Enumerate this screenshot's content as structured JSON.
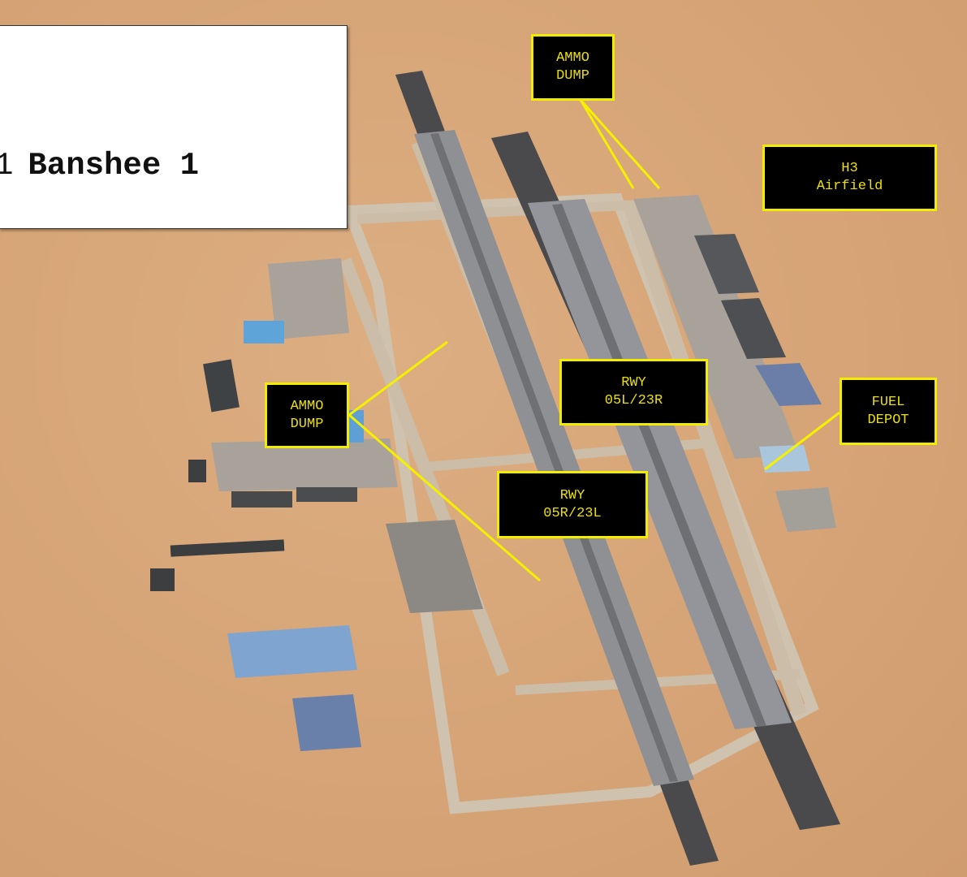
{
  "title_box": {
    "prefix": "1",
    "callsign": "Banshee 1"
  },
  "labels": {
    "ammo_dump_north": "AMMO\nDUMP",
    "airfield_name": "H3\nAirfield",
    "runway_left": "RWY\n05L/23R",
    "ammo_dump_west": "AMMO\nDUMP",
    "fuel_depot": "FUEL\nDEPOT",
    "runway_right": "RWY\n05R/23L"
  },
  "colors": {
    "label_border": "#f2ec00",
    "label_text": "#ece000",
    "label_bg": "#000000",
    "leader_line": "#f5f000",
    "sand": "#d6a476"
  }
}
